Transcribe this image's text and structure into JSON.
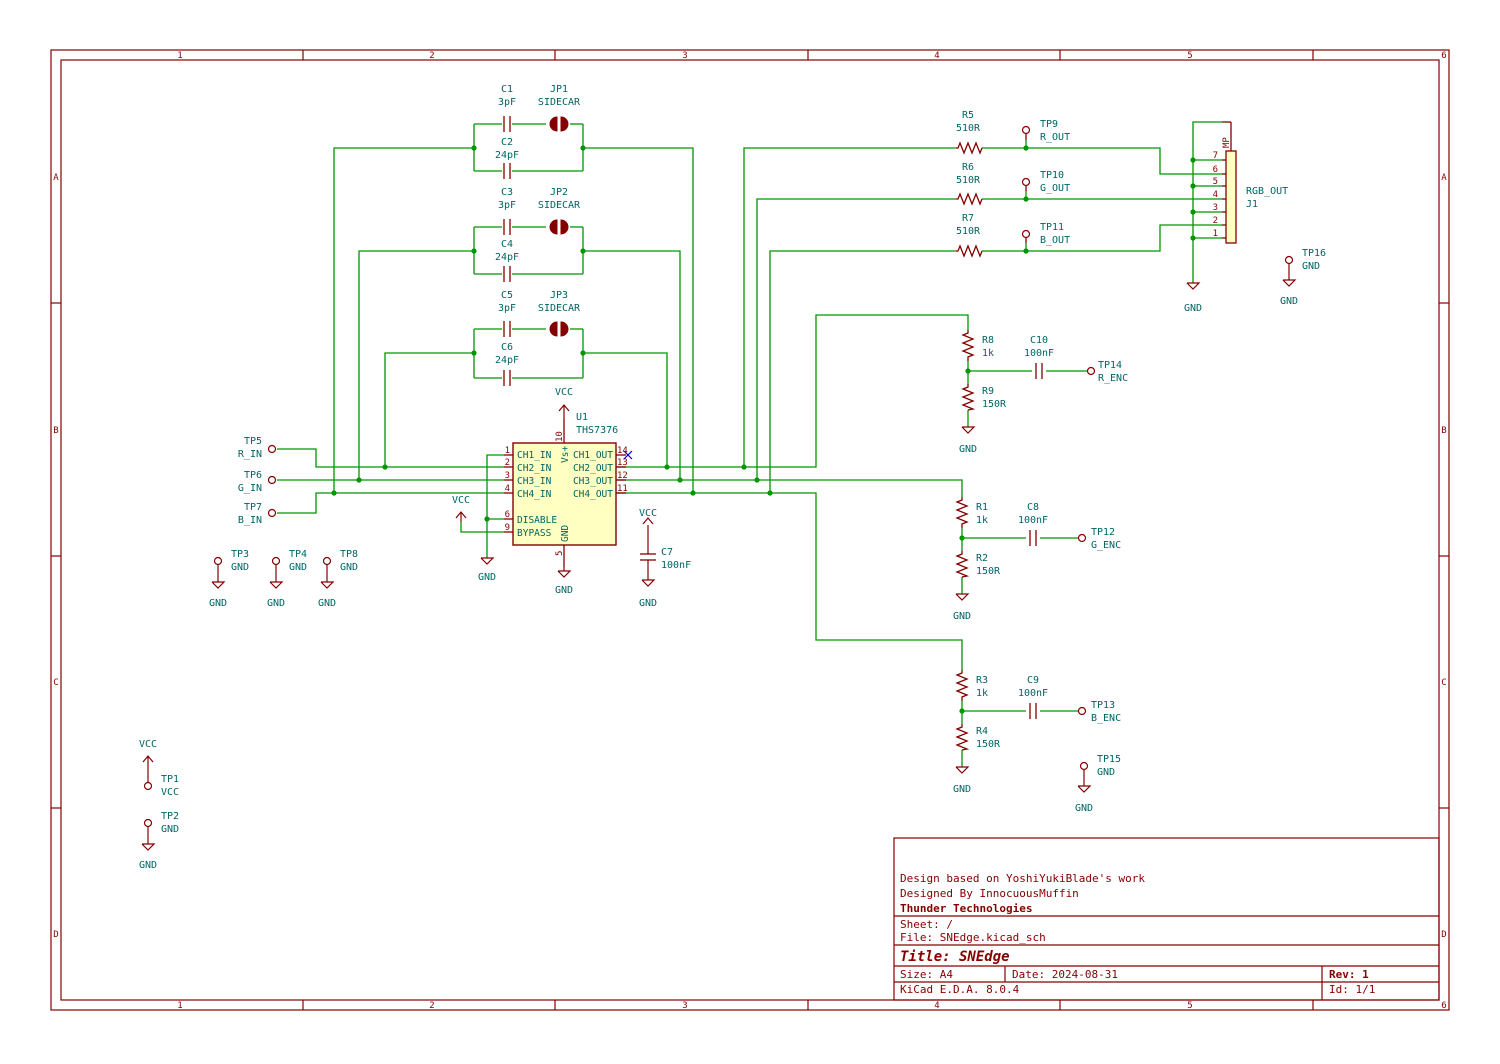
{
  "labels": {
    "C1": [
      "C1",
      "3pF"
    ],
    "C2": [
      "C2",
      "24pF"
    ],
    "C3": [
      "C3",
      "3pF"
    ],
    "C4": [
      "C4",
      "24pF"
    ],
    "C5": [
      "C5",
      "3pF"
    ],
    "C6": [
      "C6",
      "24pF"
    ],
    "C7": [
      "C7",
      "100nF"
    ],
    "C8": [
      "C8",
      "100nF"
    ],
    "C9": [
      "C9",
      "100nF"
    ],
    "C10": [
      "C10",
      "100nF"
    ],
    "JP1": [
      "JP1",
      "SIDECAR"
    ],
    "JP2": [
      "JP2",
      "SIDECAR"
    ],
    "JP3": [
      "JP3",
      "SIDECAR"
    ],
    "R1": [
      "R1",
      "1k"
    ],
    "R2": [
      "R2",
      "150R"
    ],
    "R3": [
      "R3",
      "1k"
    ],
    "R4": [
      "R4",
      "150R"
    ],
    "R5": [
      "R5",
      "510R"
    ],
    "R6": [
      "R6",
      "510R"
    ],
    "R7": [
      "R7",
      "510R"
    ],
    "R8": [
      "R8",
      "1k"
    ],
    "R9": [
      "R9",
      "150R"
    ],
    "U1": [
      "U1",
      "THS7376"
    ],
    "J1": [
      "RGB_OUT",
      "J1"
    ],
    "TP1": [
      "TP1",
      "VCC"
    ],
    "TP2": [
      "TP2",
      "GND"
    ],
    "TP3": [
      "TP3",
      "GND"
    ],
    "TP4": [
      "TP4",
      "GND"
    ],
    "TP5": [
      "TP5",
      "R_IN"
    ],
    "TP6": [
      "TP6",
      "G_IN"
    ],
    "TP7": [
      "TP7",
      "B_IN"
    ],
    "TP8": [
      "TP8",
      "GND"
    ],
    "TP9": [
      "TP9",
      "R_OUT"
    ],
    "TP10": [
      "TP10",
      "G_OUT"
    ],
    "TP11": [
      "TP11",
      "B_OUT"
    ],
    "TP12": [
      "TP12",
      "G_ENC"
    ],
    "TP13": [
      "TP13",
      "B_ENC"
    ],
    "TP14": [
      "TP14",
      "R_ENC"
    ],
    "TP15": [
      "TP15",
      "GND"
    ],
    "TP16": [
      "TP16",
      "GND"
    ]
  },
  "power": {
    "vcc": "VCC",
    "gnd": "GND"
  },
  "u1": {
    "pins_left": [
      {
        "num": "1",
        "name": "CH1_IN"
      },
      {
        "num": "2",
        "name": "CH2_IN"
      },
      {
        "num": "3",
        "name": "CH3_IN"
      },
      {
        "num": "4",
        "name": "CH4_IN"
      },
      {
        "num": "6",
        "name": "DISABLE"
      },
      {
        "num": "9",
        "name": "BYPASS"
      }
    ],
    "pins_right": [
      {
        "num": "14",
        "name": "CH1_OUT"
      },
      {
        "num": "13",
        "name": "CH2_OUT"
      },
      {
        "num": "12",
        "name": "CH3_OUT"
      },
      {
        "num": "11",
        "name": "CH4_OUT"
      }
    ],
    "pin_top": {
      "num": "10",
      "name": "Vs+"
    },
    "pin_bottom": {
      "num": "5",
      "name": "GND"
    }
  },
  "j1": {
    "pins": [
      "7",
      "6",
      "5",
      "4",
      "3",
      "2",
      "1"
    ],
    "mp": "MP"
  },
  "border": {
    "cols": [
      "1",
      "2",
      "3",
      "4",
      "5",
      "6"
    ],
    "rows": [
      "A",
      "B",
      "C",
      "D"
    ]
  },
  "title_block": {
    "comment1": "Design based on YoshiYukiBlade's work",
    "comment2": "Designed By InnocuousMuffin",
    "company": "Thunder Technologies",
    "sheet": "Sheet: /",
    "file": "File: SNEdge.kicad_sch",
    "title": "Title: SNEdge",
    "size": "Size: A4",
    "date": "Date: 2024-08-31",
    "rev": "Rev: 1",
    "tool": "KiCad E.D.A. 8.0.4",
    "id": "Id: 1/1"
  }
}
